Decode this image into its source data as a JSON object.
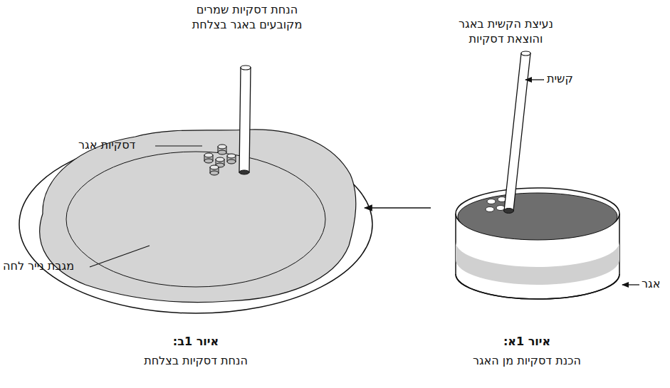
{
  "diagram": {
    "labels": [
      "הנחת דסקיות שמרים מקובעים באגר בצלחת",
      "נעיצת הקשית באגר והוצאת דסקיות",
      "קשית",
      "דסקיות אגר",
      "אגר",
      "מגבת נייר לחה",
      "איור 1ב:",
      "הנחת דסקיות בצלחת",
      "איור 1א:",
      "הכנת דסקיות מן האגר"
    ]
  }
}
